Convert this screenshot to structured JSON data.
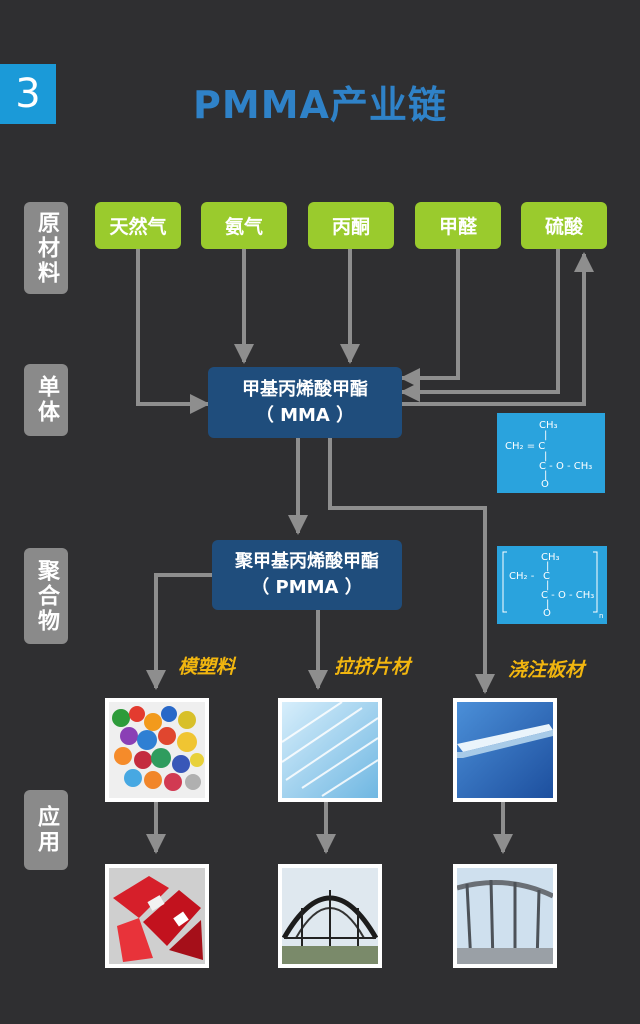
{
  "page_number": "3",
  "title": "PMMA产业链",
  "categories": {
    "raw_materials": "原材料",
    "monomer": "单体",
    "polymer": "聚合物",
    "application": "应用"
  },
  "raw_materials": [
    "天然气",
    "氨气",
    "丙酮",
    "甲醛",
    "硫酸"
  ],
  "monomer": {
    "line1": "甲基丙烯酸甲酯",
    "line2": "（ MMA ）"
  },
  "polymer": {
    "line1": "聚甲基丙烯酸甲酯",
    "line2": "（ PMMA ）"
  },
  "mma_structure": {
    "top": "CH₃",
    "left": "CH₂ = C",
    "dash": "-",
    "right": "C - O - CH₃",
    "mid": "|",
    "o": "O"
  },
  "pmma_structure": {
    "top": "CH₃",
    "left": "CH₂ -",
    "c": "C",
    "right": "C - O - CH₃",
    "mid": "|",
    "o": "O",
    "n": "n"
  },
  "methods": [
    "模塑料",
    "拉挤片材",
    "浇注板材"
  ],
  "colors": {
    "background": "#2f2f31",
    "accent_blue": "#1b9ad8",
    "title_blue": "#2f82c8",
    "raw_green": "#9acb2d",
    "box_navy": "#1f4d7c",
    "method_yellow": "#f2b60f",
    "category_gray": "#8a8a8a",
    "arrow_gray": "#8e8e8e"
  }
}
